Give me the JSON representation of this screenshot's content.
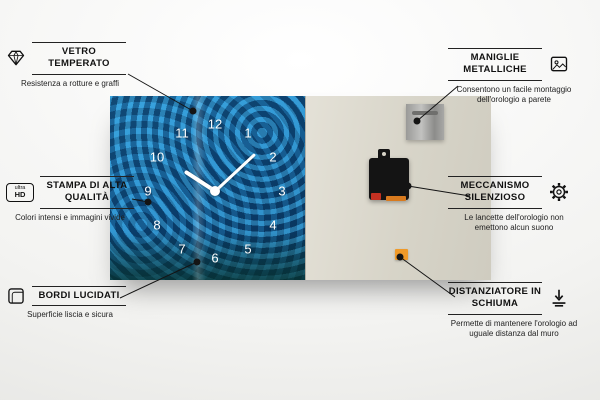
{
  "callouts": [
    {
      "title": "VETRO TEMPERATO",
      "subtitle": "Resistenza a rotture e graffi"
    },
    {
      "title": "STAMPA DI ALTA QUALITÀ",
      "subtitle": "Colori intensi e immagini vivide"
    },
    {
      "title": "BORDI LUCIDATI",
      "subtitle": "Superficie liscia e sicura"
    },
    {
      "title": "MANIGLIE METALLICHE",
      "subtitle": "Consentono un facile montaggio dell'orologio a parete"
    },
    {
      "title": "MECCANISMO SILENZIOSO",
      "subtitle": "Le lancette dell'orologio non emettono alcun suono"
    },
    {
      "title": "DISTANZIATORE IN SCHIUMA",
      "subtitle": "Permette di mantenere l'orologio ad uguale distanza dal muro"
    }
  ],
  "hd_badge": {
    "line1": "ultra",
    "line2": "HD"
  },
  "clock": {
    "numbers": [
      "12",
      "1",
      "2",
      "3",
      "4",
      "5",
      "6",
      "7",
      "8",
      "9",
      "10",
      "11"
    ]
  }
}
